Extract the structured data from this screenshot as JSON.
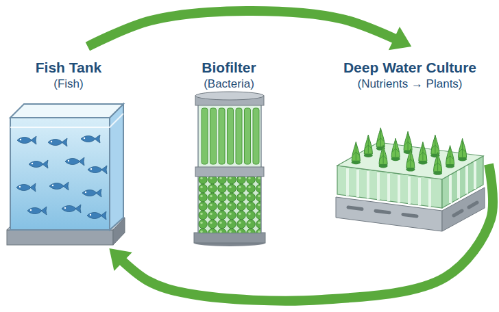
{
  "diagram": {
    "nodes": [
      {
        "text": [
          "Fish Tank",
          "(Fish)"
        ]
      },
      {
        "text": [
          "Biofilter",
          "(Bacteria)"
        ]
      },
      {
        "text": [
          "Deep Water Culture",
          "(Nutrients → Plants)"
        ]
      }
    ],
    "edges": [
      {
        "from": 0,
        "to": 2,
        "arrow": "to"
      },
      {
        "from": 2,
        "to": 0,
        "arrow": "to"
      }
    ]
  }
}
